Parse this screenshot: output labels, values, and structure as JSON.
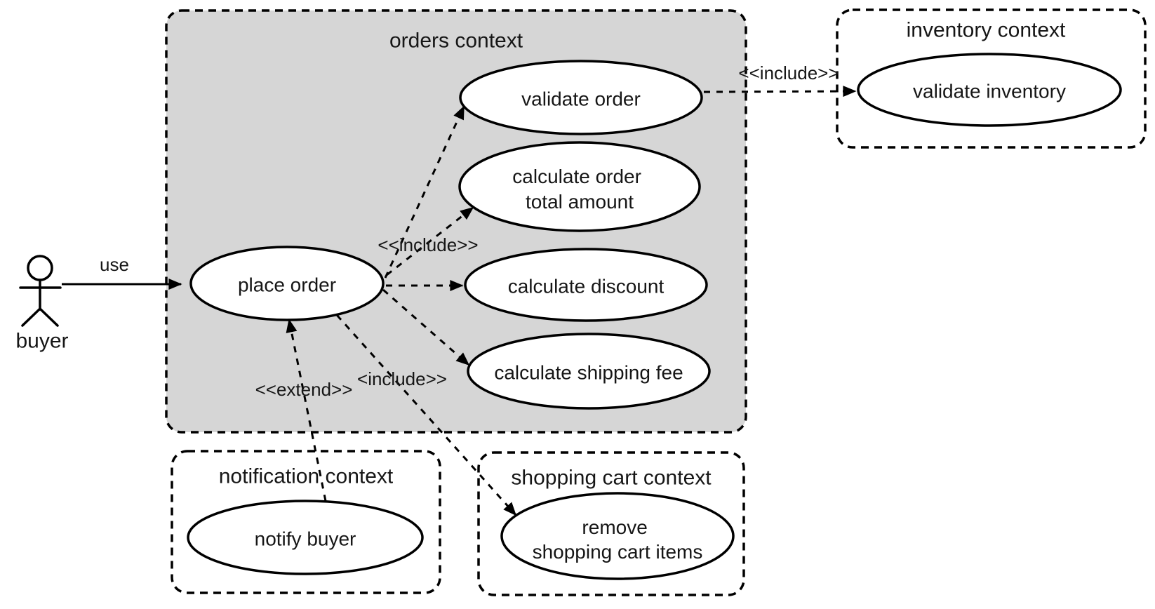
{
  "colors": {
    "context_fill": "#d6d6d6",
    "plain_context_fill": "#ffffff",
    "node_fill": "#ffffff",
    "stroke": "#000000",
    "actor_head_fill": "#cdecf8"
  },
  "actor": {
    "label": "buyer"
  },
  "contexts": {
    "orders": {
      "title": "orders context"
    },
    "inventory": {
      "title": "inventory context"
    },
    "notification": {
      "title": "notification context"
    },
    "shopping_cart": {
      "title": "shopping cart context"
    }
  },
  "use_cases": {
    "place_order": {
      "label": "place order"
    },
    "validate_order": {
      "label": "validate order"
    },
    "calculate_order_total": {
      "line1": "calculate order",
      "line2": "total amount"
    },
    "calculate_discount": {
      "label": "calculate discount"
    },
    "calculate_shipping_fee": {
      "label": "calculate shipping fee"
    },
    "validate_inventory": {
      "label": "validate inventory"
    },
    "notify_buyer": {
      "label": "notify buyer"
    },
    "remove_cart_items": {
      "line1": "remove",
      "line2": "shopping cart items"
    }
  },
  "relationships": {
    "use": {
      "label": "use"
    },
    "include_validate_order": {
      "label": "<<include>>"
    },
    "include_remove_cart": {
      "label": "<include>>"
    },
    "extend_notify_buyer": {
      "label": "<<extend>>"
    },
    "include_validate_inventory": {
      "label": "<<include>>"
    }
  }
}
